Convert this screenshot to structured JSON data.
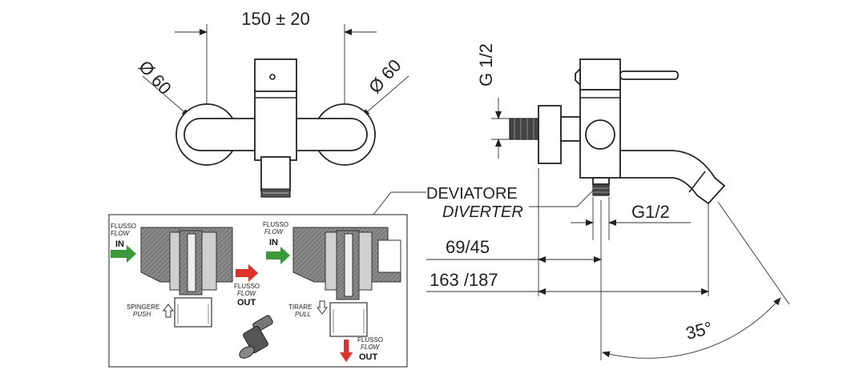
{
  "front_view": {
    "spacing": "150 ± 20",
    "diameter_left": "Ø 60",
    "diameter_right": "Ø 60"
  },
  "side_view": {
    "inlet_thread": "G 1/2",
    "diverter_label": "DEVIATORE",
    "diverter_label_en": "DIVERTER",
    "outlet_thread": "G1/2",
    "depth_short": "69/45",
    "depth_long": "163 /187",
    "angle": "35°"
  },
  "inset": {
    "flow_in_it_1": "FLUSSO",
    "flow_in_en_1": "FLOW",
    "flow_in_1": "IN",
    "flow_out_it_1": "FLUSSO",
    "flow_out_en_1": "FLOW",
    "flow_out_1": "OUT",
    "push_it": "SPINGERE",
    "push_en": "PUSH",
    "flow_in_it_2": "FLUSSO",
    "flow_in_en_2": "FLOW",
    "flow_in_2": "IN",
    "pull_it": "TIRARE",
    "pull_en": "PULL",
    "flow_out_it_2": "FLUSSO",
    "flow_out_en_2": "FLOW",
    "flow_out_2": "OUT"
  },
  "colors": {
    "flow_in_arrow": "#3a9a3a",
    "flow_out_arrow": "#e0302a"
  }
}
